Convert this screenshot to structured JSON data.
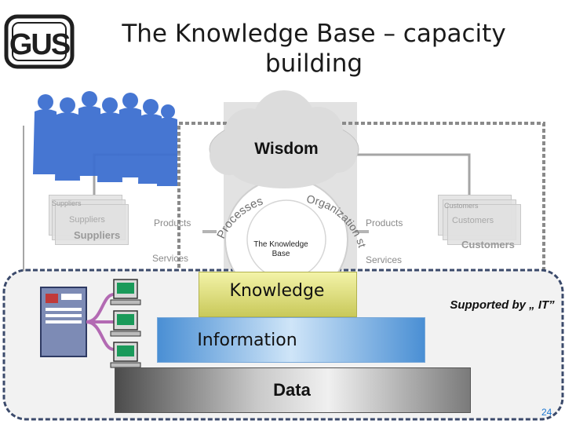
{
  "title": "The Knowledge Base – capacity building",
  "logo_text": "GUS",
  "wisdom": "Wisdom",
  "process_label": "Processes",
  "organization_label": "Organization structure",
  "knowledge_base": "The Knowledge Base",
  "suppliers": [
    "Suppliers",
    "Suppliers",
    "Suppliers"
  ],
  "customers": [
    "Customers",
    "Customers",
    "Customers"
  ],
  "products_left": "Products",
  "services_left": "Services",
  "products_right": "Products",
  "services_right": "Services",
  "knowledge": "Knowledge",
  "information": "Information",
  "data": "Data",
  "supported_by": "Supported by „ IT”",
  "page_number": "24",
  "colors": {
    "info_blue": "#4a8fd4",
    "knowledge_yellow": "#d9d97a",
    "dashed_border": "#8a8a8a",
    "page_number": "#1e78d2"
  }
}
